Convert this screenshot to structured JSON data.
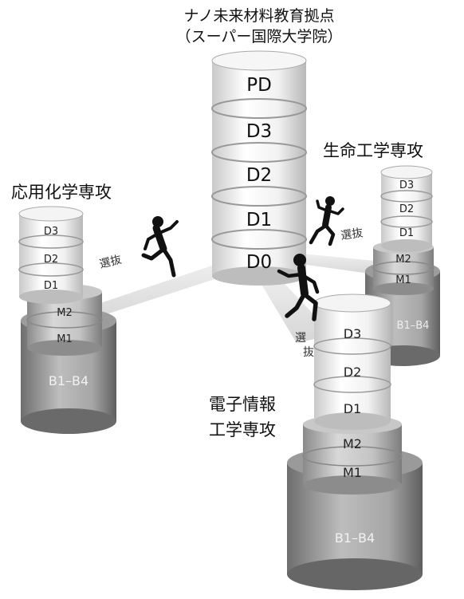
{
  "center": {
    "title_line1": "ナノ未来材料教育拠点",
    "title_line2": "（スーパー国際大学院）",
    "levels": [
      "PD",
      "D3",
      "D2",
      "D1",
      "D0"
    ]
  },
  "left": {
    "name": "応用化学専攻",
    "levels": [
      "D3",
      "D2",
      "D1",
      "M2",
      "M1"
    ],
    "base": "B1–B4"
  },
  "right": {
    "name": "生命工学専攻",
    "levels": [
      "D3",
      "D2",
      "D1",
      "M2",
      "M1"
    ],
    "base": "B1–B4"
  },
  "bottom": {
    "name_line1": "電子情報",
    "name_line2": "工学専攻",
    "levels": [
      "D3",
      "D2",
      "D1",
      "M2",
      "M1"
    ],
    "base": "B1–B4"
  },
  "selection": {
    "left": "選抜",
    "right": "選抜",
    "bottom_char1": "選",
    "bottom_char2": "抜"
  }
}
